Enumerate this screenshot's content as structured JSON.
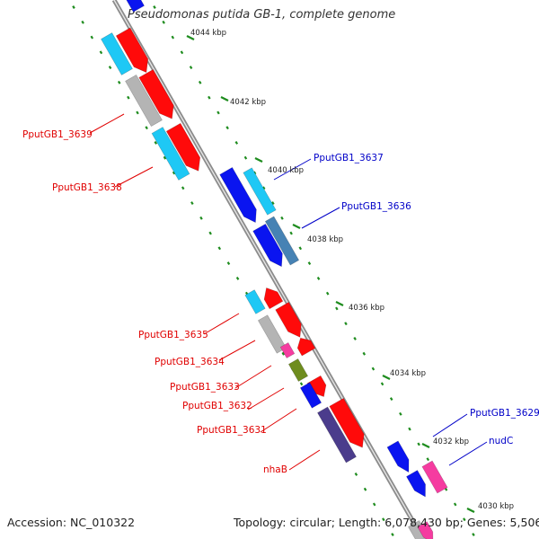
{
  "title": "Pseudomonas putida GB-1, complete genome",
  "footer": {
    "accession": "Accession: NC_010322",
    "summary": "Topology: circular; Length: 6,078,430 bp; Genes: 5,506"
  },
  "colors": {
    "red": "#ff0a0a",
    "blue": "#0a14f0",
    "cyan": "#1ec8f5",
    "steel": "#4682b4",
    "gray": "#b4b4b4",
    "pink": "#f53ca0",
    "olive": "#6e8c1e",
    "purple": "#4b3c8c",
    "backbone": "#8c8c8c",
    "tick": "#1e8c1e"
  },
  "scale_labels": [
    "4044 kbp",
    "4042 kbp",
    "4040 kbp",
    "4038 kbp",
    "4036 kbp",
    "4034 kbp",
    "4032 kbp",
    "4030 kbp"
  ],
  "gene_labels": [
    {
      "text": "PputGB1_3639",
      "color": "red"
    },
    {
      "text": "PputGB1_3638",
      "color": "red"
    },
    {
      "text": "PputGB1_3637",
      "color": "blue"
    },
    {
      "text": "PputGB1_3636",
      "color": "blue"
    },
    {
      "text": "PputGB1_3635",
      "color": "red"
    },
    {
      "text": "PputGB1_3634",
      "color": "red"
    },
    {
      "text": "PputGB1_3633",
      "color": "red"
    },
    {
      "text": "PputGB1_3632",
      "color": "red"
    },
    {
      "text": "PputGB1_3631",
      "color": "red"
    },
    {
      "text": "nhaB",
      "color": "red"
    },
    {
      "text": "PputGB1_3629",
      "color": "blue"
    },
    {
      "text": "nudC",
      "color": "blue"
    }
  ]
}
